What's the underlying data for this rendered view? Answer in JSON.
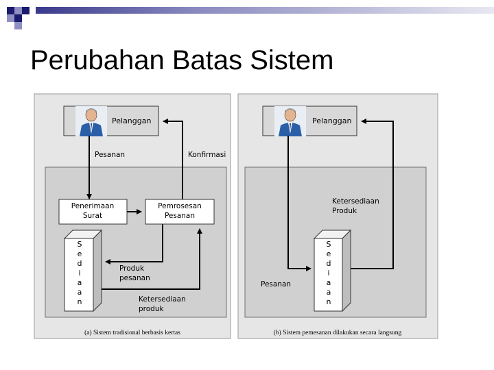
{
  "slide": {
    "title": "Perubahan Batas Sistem"
  },
  "colors": {
    "deco_dark": "#1a1a6e",
    "deco_light": "#8f8fc4",
    "panel": "#e6e6e6",
    "inner": "#d0d0d0"
  },
  "panel_a": {
    "customer": "Pelanggan",
    "order": "Pesanan",
    "confirmation": "Konfirmasi",
    "mail_box": [
      "Penerimaan",
      "Surat"
    ],
    "process_box": [
      "Pemrosesan",
      "Pesanan"
    ],
    "inventory": [
      "S",
      "e",
      "d",
      "i",
      "a",
      "a",
      "n"
    ],
    "product_order": [
      "Produk",
      "pesanan"
    ],
    "availability": [
      "Ketersediaan",
      "produk"
    ],
    "caption": "(a) Sistem tradisional berbasis kertas"
  },
  "panel_b": {
    "customer": "Pelanggan",
    "availability": [
      "Ketersediaan",
      "Produk"
    ],
    "order": "Pesanan",
    "inventory": [
      "S",
      "e",
      "d",
      "i",
      "a",
      "a",
      "n"
    ],
    "caption": "(b) Sistem pemesanan dilakukan secara langsung"
  }
}
